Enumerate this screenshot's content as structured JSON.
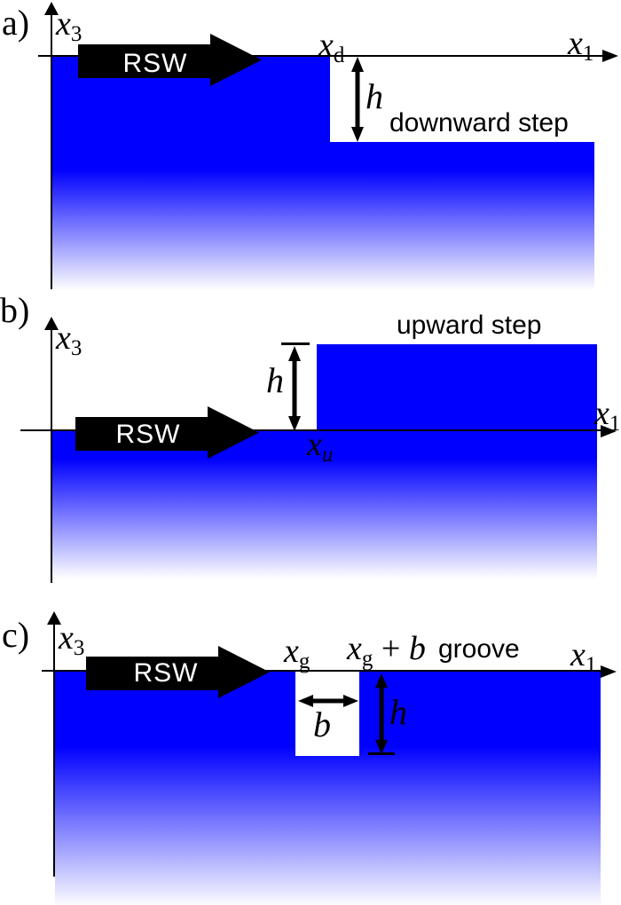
{
  "figure": {
    "colors": {
      "material_blue": "#0000ff",
      "ink_black": "#000000",
      "rsw_text_white": "#ffffff"
    },
    "panel_a": {
      "tag": "a)",
      "x3_base": "x",
      "x3_sub": "3",
      "x1_base": "x",
      "x1_sub": "1",
      "rsw": "RSW",
      "xd_base": "x",
      "xd_sub": "d",
      "h": "h",
      "caption": "downward step"
    },
    "panel_b": {
      "tag": "b)",
      "x3_base": "x",
      "x3_sub": "3",
      "x1_base": "x",
      "x1_sub": "1",
      "rsw": "RSW",
      "xu_base": "x",
      "xu_sub": "u",
      "h": "h",
      "caption": "upward step"
    },
    "panel_c": {
      "tag": "c)",
      "x3_base": "x",
      "x3_sub": "3",
      "x1_base": "x",
      "x1_sub": "1",
      "rsw": "RSW",
      "xg_base": "x",
      "xg_sub": "g",
      "xgb_base": "x",
      "xgb_sub": "g",
      "xgb_plus": " + ",
      "xgb_b": "b",
      "b": "b",
      "h": "h",
      "caption": "groove"
    }
  }
}
